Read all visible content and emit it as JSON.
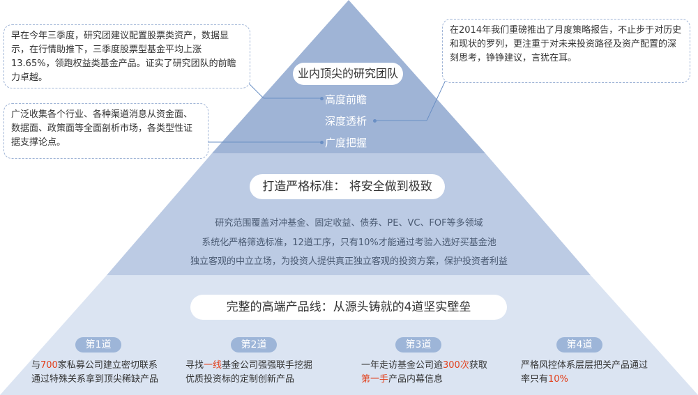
{
  "tier1": {
    "title": "业内顶尖的研究团队",
    "items": [
      "高度前瞻",
      "深度透析",
      "广度把握"
    ]
  },
  "callouts": {
    "left_top": "早在今年三季度，研究团建议配置股票类资产，数据显示，在行情助推下，三季度股票型基金平均上涨13.65%，领跑权益类基金产品。证实了研究团队的前瞻力卓越。",
    "left_bottom": "广泛收集各个行业、各种渠道消息从资金面、数据面、政策面等全面剖析市场，各类型性证据支撑论点。",
    "right": "在2014年我们重磅推出了月度策略报告，不止步于对历史和现状的罗列，更注重于对未来投资路径及资产配置的深刻思考，铮铮建议，言犹在耳。"
  },
  "tier2": {
    "title": "打造严格标准： 将安全做到极致",
    "lines": [
      "研究范围覆盖对冲基金、固定收益、债券、PE、VC、FOF等多领域",
      "系统化严格筛选标准，12道工序，只有10%才能通过考验入选好买基金池",
      "独立客观的中立立场，为投资人提供真正独立客观的投资方案，保护投资者利益"
    ]
  },
  "tier3": {
    "title": "完整的高端产品线：从源头铸就的4道坚实壁垒",
    "roads": [
      {
        "badge": "第1道",
        "l1a": "与",
        "l1b": "700",
        "l1c": "家私募公司建立密切联系",
        "l2a": "通过特殊关系拿到顶尖稀缺产品",
        "l2b": "",
        "l2c": ""
      },
      {
        "badge": "第2道",
        "l1a": "寻找",
        "l1b": "一线",
        "l1c": "基金公司强强联手挖掘",
        "l2a": "优质投资标的定制创新产品",
        "l2b": "",
        "l2c": ""
      },
      {
        "badge": "第3道",
        "l1a": "一年走访基金公司逾",
        "l1b": "300次",
        "l1c": "获取",
        "l2a": "",
        "l2b": "第一手",
        "l2c": "产品内幕信息"
      },
      {
        "badge": "第4道",
        "l1a": "严格风控体系层层把关产品通过",
        "l1b": "",
        "l1c": "",
        "l2a": "率只有",
        "l2b": "10%",
        "l2c": ""
      }
    ]
  },
  "colors": {
    "tier1_fill": "#9fb4d6",
    "tier2_fill": "#bccbe4",
    "tier3_fill": "#d8e2f1",
    "highlight": "#e2401c"
  }
}
